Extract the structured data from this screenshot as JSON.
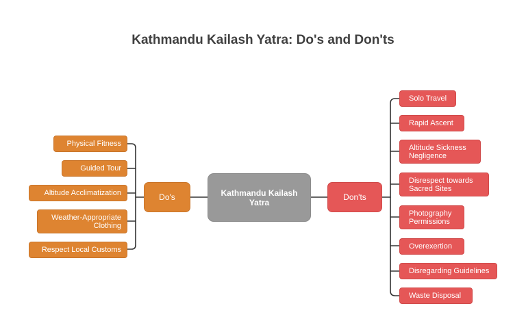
{
  "title": "Kathmandu Kailash Yatra: Do's and Don'ts",
  "center": {
    "label": "Kathmandu Kailash Yatra"
  },
  "dos": {
    "label": "Do's",
    "items": [
      "Physical Fitness",
      "Guided Tour",
      "Altitude Acclimatization",
      "Weather-Appropriate Clothing",
      "Respect Local Customs"
    ]
  },
  "donts": {
    "label": "Don'ts",
    "items": [
      "Solo Travel",
      "Rapid Ascent",
      "Altitude Sickness Negligence",
      "Disrespect towards Sacred Sites",
      "Photography Permissions",
      "Overexertion",
      "Disregarding Guidelines",
      "Waste Disposal"
    ]
  },
  "colors": {
    "dos": "#DE8431",
    "donts": "#E55757",
    "center": "#999999",
    "connector": "#333333"
  }
}
